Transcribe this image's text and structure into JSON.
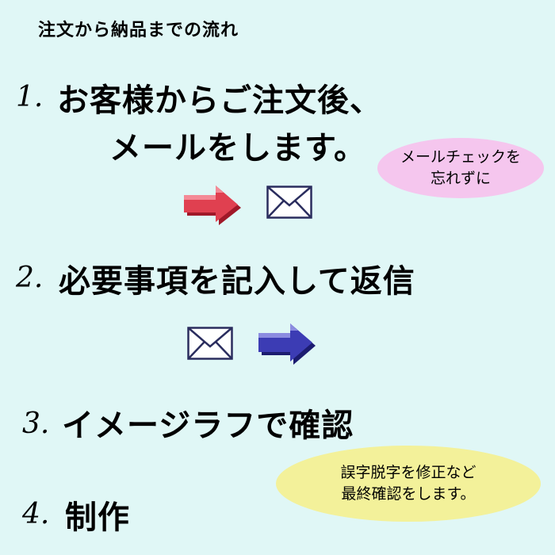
{
  "header": {
    "title": "注文から納品までの流れ"
  },
  "steps": [
    {
      "number": "1.",
      "lines": [
        "お客様からご注文後、",
        "メールをします。"
      ]
    },
    {
      "number": "2.",
      "lines": [
        "必要事項を記入して返信"
      ]
    },
    {
      "number": "3.",
      "lines": [
        "イメージラフで確認"
      ]
    },
    {
      "number": "4.",
      "lines": [
        "制作"
      ]
    }
  ],
  "notes": {
    "mail_check": [
      "メールチェックを",
      "忘れずに"
    ],
    "corrections": [
      "誤字脱字を修正など",
      "最終確認をします。"
    ]
  },
  "icons": {
    "arrow_right_red": "arrow-right-icon",
    "envelope_1": "envelope-icon",
    "envelope_2": "envelope-icon",
    "arrow_right_blue": "arrow-right-icon"
  },
  "colors": {
    "background": "#e0f7f6",
    "arrow_red": "#e04050",
    "arrow_blue": "#3c3cb4",
    "bubble_pink": "#f5c6ee",
    "bubble_yellow": "#f3f19a",
    "envelope_stroke": "#2a2d5e"
  }
}
